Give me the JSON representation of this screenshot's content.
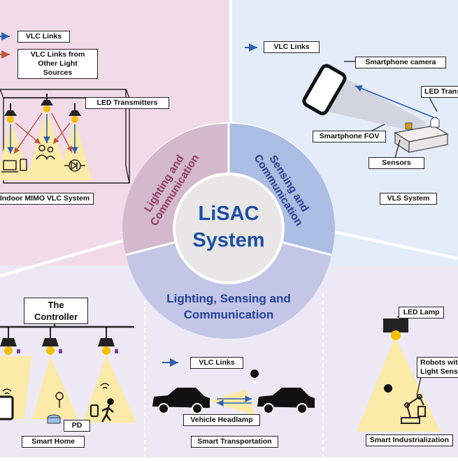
{
  "center": {
    "title_line1": "LiSAC",
    "title_line2": "System"
  },
  "segments": {
    "lc_line1": "Lighting and",
    "lc_line2": "Communication",
    "sc_line1": "Sensing and",
    "sc_line2": "Communication",
    "lsc_line1": "Lighting, Sensing and",
    "lsc_line2": "Communication"
  },
  "top_left": {
    "legend_vlc": "VLC Links",
    "legend_other_1": "VLC Links from",
    "legend_other_2": "Other Light",
    "legend_other_3": "Sources",
    "led_tx": "LED Transmitters",
    "caption": "Indoor MIMO VLC System"
  },
  "top_right": {
    "legend_vlc": "VLC Links",
    "camera": "Smartphone camera",
    "led_tx": "LED Trans",
    "fov": "Smartphone FOV",
    "sensors": "Sensors",
    "caption": "VLS System"
  },
  "bottom_left": {
    "controller_1": "The",
    "controller_2": "Controller",
    "pd": "PD",
    "caption": "Smart Home"
  },
  "bottom_mid": {
    "legend_vlc": "VLC Links",
    "headlamp": "Vehicle Headlamp",
    "caption": "Smart Transportation"
  },
  "bottom_right": {
    "led_lamp": "LED Lamp",
    "robots_1": "Robots wit",
    "robots_2": "Light Senso",
    "caption": "Smart Industrialization"
  },
  "colors": {
    "pink_bg": "#f1dbe8",
    "blue_bg": "#e3ecf8",
    "lavender_bg": "#ede9f4",
    "lc_segment": "#d4b9cc",
    "sc_segment": "#aabde2",
    "lsc_segment": "#c3c6e6",
    "lc_text": "#8e3a66",
    "sc_text": "#2c3a8c",
    "lsc_text": "#24409a",
    "center_text": "#1c4ea3",
    "vlc_arrow": "#2f5eb5",
    "other_arrow": "#c0533a",
    "light_cone": "#fbeaa8"
  }
}
